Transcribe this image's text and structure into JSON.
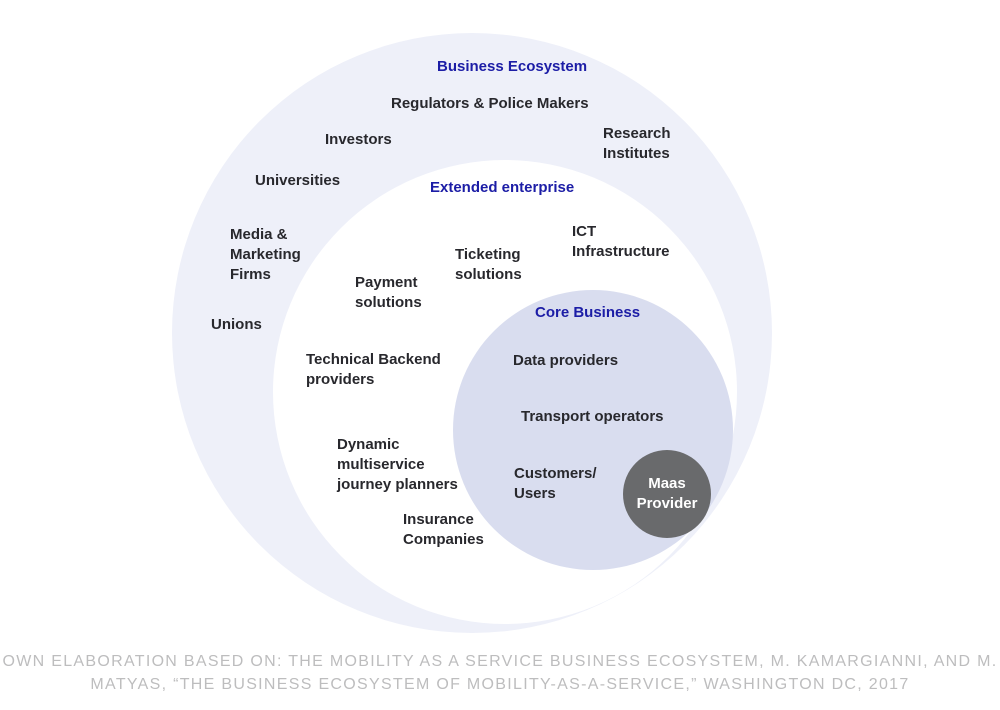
{
  "colors": {
    "outer_ring": "#eef0f9",
    "middle_ring": "#ffffff",
    "core_circle": "#d9ddef",
    "maas_circle": "#696a6c",
    "heading_blue": "#1c1da6",
    "label_dark": "#28282d",
    "caption_gray": "#bdbdbe",
    "maas_text": "#ffffff"
  },
  "titles": {
    "outer": "Business Ecosystem",
    "middle": "Extended enterprise",
    "inner": "Core Business"
  },
  "labels": {
    "regulators": "Regulators & Police Makers",
    "investors": "Investors",
    "research_institutes": "Research\nInstitutes",
    "universities": "Universities",
    "media_marketing_firms": "Media &\nMarketing\nFirms",
    "ict_infrastructure": "ICT\nInfrastructure",
    "ticketing_solutions": "Ticketing\nsolutions",
    "payment_solutions": "Payment\nsolutions",
    "unions": "Unions",
    "data_providers": "Data providers",
    "transport_operators": "Transport operators",
    "technical_backend_providers": "Technical Backend\nproviders",
    "customers_users": "Customers/\nUsers",
    "dynamic_multiservice_journey_planners": "Dynamic\nmultiservice\njourney planners",
    "insurance_companies": "Insurance\nCompanies"
  },
  "maas_provider": "Maas\nProvider",
  "caption": {
    "line1": "OWN ELABORATION BASED ON: THE MOBILITY AS A SERVICE BUSINESS ECOSYSTEM, M. KAMARGIANNI, AND M.",
    "line2": "MATYAS, “THE BUSINESS ECOSYSTEM OF MOBILITY-AS-A-SERVICE,” WASHINGTON DC, 2017"
  }
}
